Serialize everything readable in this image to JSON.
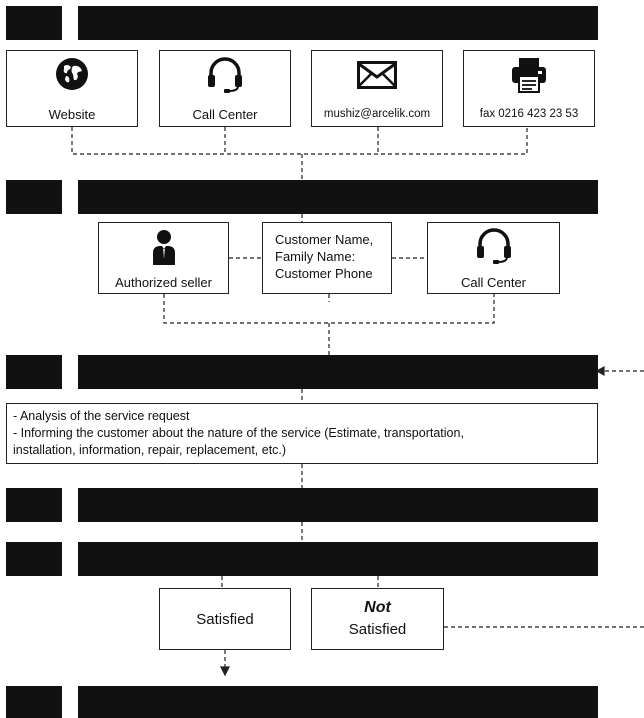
{
  "channels": [
    {
      "label": "Website",
      "icon": "globe-icon"
    },
    {
      "label": "Call Center",
      "icon": "headset-icon"
    },
    {
      "label": "mushiz@arcelik.com",
      "icon": "envelope-icon"
    },
    {
      "label": "fax 0216 423 23 53",
      "icon": "fax-printer-icon"
    }
  ],
  "registration": {
    "seller_label": "Authorized seller",
    "seller_icon": "person-icon",
    "info_lines": [
      "Customer Name,",
      "Family Name:",
      "Customer Phone"
    ],
    "call_center_label": "Call Center",
    "call_center_icon": "headset-icon"
  },
  "analysis": {
    "lines": [
      "- Analysis of the service request",
      "- Informing the customer about the nature of the service (Estimate, transportation,",
      "installation, information, repair, replacement, etc.)"
    ]
  },
  "outcome": {
    "satisfied": "Satisfied",
    "not_word": "Not",
    "not_satisfied": "Satisfied"
  },
  "colors": {
    "bar": "#111111",
    "line": "#222222",
    "background": "#ffffff"
  }
}
